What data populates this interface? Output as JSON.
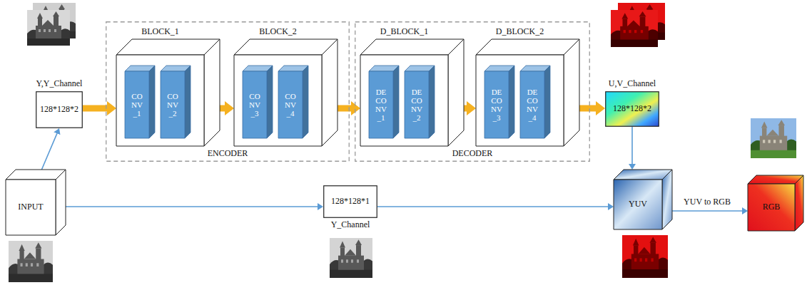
{
  "diagram": {
    "nodes": [
      {
        "text": [
          "Y,Y_Channel",
          "128*128*2"
        ]
      },
      {
        "text": [
          "ENCODER"
        ]
      },
      {
        "text": [
          "BLOCK_1"
        ],
        "in": 1
      },
      {
        "text": [
          "CO NV _1"
        ],
        "in": 2
      },
      {
        "text": [
          "CO NV _2"
        ],
        "in": 2
      },
      {
        "text": [
          "BLOCK_2"
        ],
        "in": 1
      },
      {
        "text": [
          "CO NV _3"
        ],
        "in": 5
      },
      {
        "text": [
          "CO NV _4"
        ],
        "in": 5
      },
      {
        "text": [
          "DECODER"
        ]
      },
      {
        "text": [
          "D_BLOCK_1"
        ],
        "in": 8
      },
      {
        "text": [
          "DE CO NV _1"
        ],
        "in": 9
      },
      {
        "text": [
          "DE CO NV _2"
        ],
        "in": 9
      },
      {
        "text": [
          "D_BLOCK_2"
        ],
        "in": 8
      },
      {
        "text": [
          "DE CO NV _3"
        ],
        "in": 12
      },
      {
        "text": [
          "DE CO NV _4"
        ],
        "in": 12
      },
      {
        "text": [
          "U,V_Channel",
          "128*128*2"
        ]
      },
      {
        "text": [
          "INPUT"
        ]
      },
      {
        "text": [
          "128*128*1",
          "Y_Channel"
        ]
      },
      {
        "text": [
          "YUV"
        ]
      },
      {
        "text": [
          "RGB"
        ]
      }
    ],
    "edges": [
      {
        "from": 16,
        "to": 0,
        "arrow": "to"
      },
      {
        "from": 0,
        "to": 2,
        "arrow": "to"
      },
      {
        "from": 2,
        "to": 5,
        "arrow": "to"
      },
      {
        "from": 5,
        "to": 9,
        "arrow": "to"
      },
      {
        "from": 9,
        "to": 12,
        "arrow": "to"
      },
      {
        "from": 12,
        "to": 15,
        "arrow": "to"
      },
      {
        "from": 16,
        "to": 17,
        "arrow": "to"
      },
      {
        "from": 17,
        "to": 18,
        "arrow": "to"
      },
      {
        "from": 15,
        "to": 18,
        "arrow": "to"
      },
      {
        "from": 18,
        "to": 19,
        "label": "YUV to RGB",
        "arrow": "to"
      }
    ]
  }
}
